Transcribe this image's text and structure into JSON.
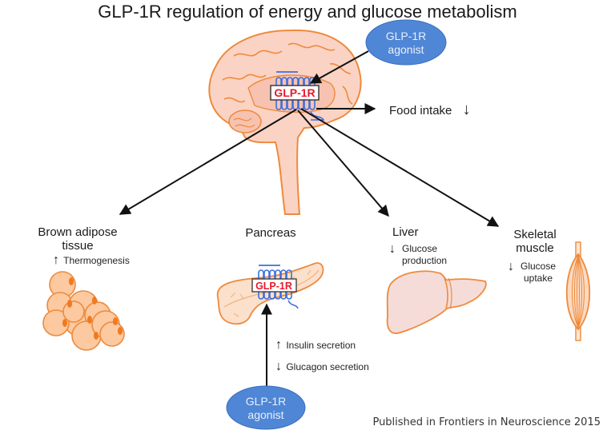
{
  "title": "GLP-1R regulation of energy and glucose metabolism",
  "colors": {
    "organ_stroke": "#ee8a3c",
    "organ_fill": "#fbd3c4",
    "liver_fill": "#f6dcd8",
    "adipocyte_fill": "#fcc9a0",
    "receptor": "#3a6fe0",
    "receptor_label": "#e8192c",
    "agonist_fill": "#4f86d6",
    "arrow": "#111111"
  },
  "receptor_label": "GLP-1R",
  "agonist": {
    "line1": "GLP-1R",
    "line2": "agonist"
  },
  "brain": {
    "output": {
      "label": "Food intake",
      "direction": "down",
      "arrow_glyph": "↓"
    }
  },
  "targets": [
    {
      "id": "brown-adipose-tissue",
      "name_line1": "Brown adipose",
      "name_line2": "tissue",
      "effects": [
        {
          "direction": "up",
          "glyph": "↑",
          "text": "Thermogenesis"
        }
      ]
    },
    {
      "id": "pancreas",
      "name_line1": "Pancreas",
      "effects": [
        {
          "direction": "up",
          "glyph": "↑",
          "text": "Insulin secretion"
        },
        {
          "direction": "down",
          "glyph": "↓",
          "text": "Glucagon secretion"
        }
      ]
    },
    {
      "id": "liver",
      "name_line1": "Liver",
      "effects": [
        {
          "direction": "down",
          "glyph": "↓",
          "text_line1": "Glucose",
          "text_line2": "production"
        }
      ]
    },
    {
      "id": "skeletal-muscle",
      "name_line1": "Skeletal",
      "name_line2": "muscle",
      "effects": [
        {
          "direction": "down",
          "glyph": "↓",
          "text_line1": "Glucose",
          "text_line2": "uptake"
        }
      ]
    }
  ],
  "citation": "Published in Frontiers in Neuroscience 2015"
}
